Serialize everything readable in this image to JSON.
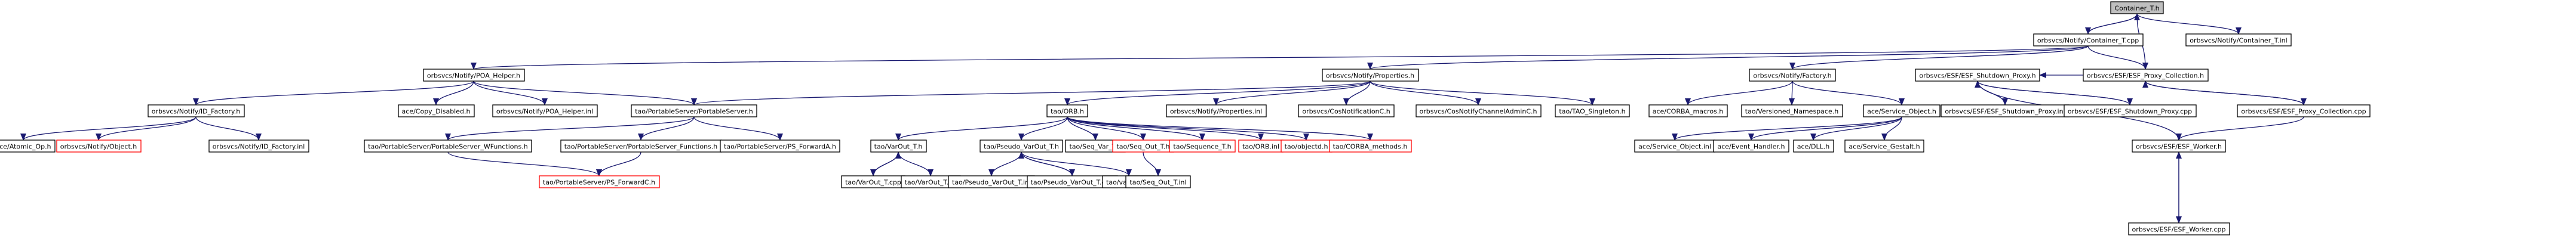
{
  "graph": {
    "nodes": [
      {
        "id": "container_t_h",
        "label": "Container_T.h",
        "style": "root"
      },
      {
        "id": "container_t_cpp",
        "label": "orbsvcs/Notify/Container_T.cpp",
        "style": "normal"
      },
      {
        "id": "container_t_inl",
        "label": "orbsvcs/Notify/Container_T.inl",
        "style": "normal"
      },
      {
        "id": "poa_helper_h",
        "label": "orbsvcs/Notify/POA_Helper.h",
        "style": "normal"
      },
      {
        "id": "properties_h",
        "label": "orbsvcs/Notify/Properties.h",
        "style": "normal"
      },
      {
        "id": "factory_h",
        "label": "orbsvcs/Notify/Factory.h",
        "style": "normal"
      },
      {
        "id": "shutdown_proxy_h",
        "label": "orbsvcs/ESF/ESF_Shutdown_Proxy.h",
        "style": "normal"
      },
      {
        "id": "proxy_collection_h",
        "label": "orbsvcs/ESF/ESF_Proxy_Collection.h",
        "style": "normal"
      },
      {
        "id": "id_factory_h",
        "label": "orbsvcs/Notify/ID_Factory.h",
        "style": "normal"
      },
      {
        "id": "copy_disabled_h",
        "label": "ace/Copy_Disabled.h",
        "style": "normal"
      },
      {
        "id": "poa_helper_inl",
        "label": "orbsvcs/Notify/POA_Helper.inl",
        "style": "normal"
      },
      {
        "id": "portable_server_h",
        "label": "tao/PortableServer/PortableServer.h",
        "style": "normal"
      },
      {
        "id": "orb_h",
        "label": "tao/ORB.h",
        "style": "normal"
      },
      {
        "id": "properties_inl",
        "label": "orbsvcs/Notify/Properties.inl",
        "style": "normal"
      },
      {
        "id": "cos_notification_h",
        "label": "orbsvcs/CosNotificationC.h",
        "style": "normal"
      },
      {
        "id": "cos_notify_channel_admin_h",
        "label": "orbsvcs/CosNotifyChannelAdminC.h",
        "style": "normal"
      },
      {
        "id": "tao_singleton_h",
        "label": "tao/TAO_Singleton.h",
        "style": "normal"
      },
      {
        "id": "corba_macros_h",
        "label": "ace/CORBA_macros.h",
        "style": "normal"
      },
      {
        "id": "versioned_namespace_h",
        "label": "tao/Versioned_Namespace.h",
        "style": "normal"
      },
      {
        "id": "service_object_h",
        "label": "ace/Service_Object.h",
        "style": "normal"
      },
      {
        "id": "shutdown_proxy_inl",
        "label": "orbsvcs/ESF/ESF_Shutdown_Proxy.inl",
        "style": "normal"
      },
      {
        "id": "shutdown_proxy_cpp",
        "label": "orbsvcs/ESF/ESF_Shutdown_Proxy.cpp",
        "style": "normal"
      },
      {
        "id": "proxy_collection_cpp",
        "label": "orbsvcs/ESF/ESF_Proxy_Collection.cpp",
        "style": "normal"
      },
      {
        "id": "atomic_op_h",
        "label": "ace/Atomic_Op.h",
        "style": "normal"
      },
      {
        "id": "notify_object_h",
        "label": "orbsvcs/Notify/Object.h",
        "style": "missing"
      },
      {
        "id": "id_factory_inl",
        "label": "orbsvcs/Notify/ID_Factory.inl",
        "style": "normal"
      },
      {
        "id": "ps_wfunctions_h",
        "label": "tao/PortableServer/PortableServer_WFunctions.h",
        "style": "normal"
      },
      {
        "id": "ps_functions_h",
        "label": "tao/PortableServer/PortableServer_Functions.h",
        "style": "normal"
      },
      {
        "id": "ps_forwarda_h",
        "label": "tao/PortableServer/PS_ForwardA.h",
        "style": "normal"
      },
      {
        "id": "varout_t_h",
        "label": "tao/VarOut_T.h",
        "style": "normal"
      },
      {
        "id": "pseudo_varout_t_h",
        "label": "tao/Pseudo_VarOut_T.h",
        "style": "normal"
      },
      {
        "id": "seq_var_t_h",
        "label": "tao/Seq_Var_T.h",
        "style": "normal"
      },
      {
        "id": "seq_out_t_h",
        "label": "tao/Seq_Out_T.h",
        "style": "missing"
      },
      {
        "id": "sequence_t_h",
        "label": "tao/Sequence_T.h",
        "style": "missing"
      },
      {
        "id": "orb_inl",
        "label": "tao/ORB.inl",
        "style": "missing"
      },
      {
        "id": "objectd_h",
        "label": "tao/objectd.h",
        "style": "missing"
      },
      {
        "id": "corba_methods_h",
        "label": "tao/CORBA_methods.h",
        "style": "missing"
      },
      {
        "id": "service_object_inl",
        "label": "ace/Service_Object.inl",
        "style": "normal"
      },
      {
        "id": "event_handler_h",
        "label": "ace/Event_Handler.h",
        "style": "normal"
      },
      {
        "id": "dll_h",
        "label": "ace/DLL.h",
        "style": "normal"
      },
      {
        "id": "service_gestalt_h",
        "label": "ace/Service_Gestalt.h",
        "style": "normal"
      },
      {
        "id": "worker_h",
        "label": "orbsvcs/ESF/ESF_Worker.h",
        "style": "normal"
      },
      {
        "id": "ps_forwardc_h",
        "label": "tao/PortableServer/PS_ForwardC.h",
        "style": "missing"
      },
      {
        "id": "varout_t_cpp",
        "label": "tao/VarOut_T.cpp",
        "style": "normal"
      },
      {
        "id": "varout_t_inl",
        "label": "tao/VarOut_T.inl",
        "style": "normal"
      },
      {
        "id": "pseudo_varout_t_inl",
        "label": "tao/Pseudo_VarOut_T.inl",
        "style": "normal"
      },
      {
        "id": "pseudo_varout_t_cpp",
        "label": "tao/Pseudo_VarOut_T.cpp",
        "style": "normal"
      },
      {
        "id": "varbase_h",
        "label": "tao/varbase.h",
        "style": "normal"
      },
      {
        "id": "seq_out_t_inl",
        "label": "tao/Seq_Out_T.inl",
        "style": "normal"
      },
      {
        "id": "worker_cpp",
        "label": "orbsvcs/ESF/ESF_Worker.cpp",
        "style": "normal"
      }
    ],
    "edges": [
      [
        "container_t_h",
        "container_t_cpp"
      ],
      [
        "container_t_h",
        "container_t_inl"
      ],
      [
        "container_t_h",
        "proxy_collection_h"
      ],
      [
        "container_t_cpp",
        "container_t_h"
      ],
      [
        "container_t_cpp",
        "poa_helper_h"
      ],
      [
        "container_t_cpp",
        "properties_h"
      ],
      [
        "container_t_cpp",
        "factory_h"
      ],
      [
        "container_t_cpp",
        "proxy_collection_h"
      ],
      [
        "poa_helper_h",
        "id_factory_h"
      ],
      [
        "poa_helper_h",
        "copy_disabled_h"
      ],
      [
        "poa_helper_h",
        "poa_helper_inl"
      ],
      [
        "poa_helper_h",
        "portable_server_h"
      ],
      [
        "properties_h",
        "portable_server_h"
      ],
      [
        "properties_h",
        "orb_h"
      ],
      [
        "properties_h",
        "properties_inl"
      ],
      [
        "properties_h",
        "cos_notification_h"
      ],
      [
        "properties_h",
        "cos_notify_channel_admin_h"
      ],
      [
        "properties_h",
        "tao_singleton_h"
      ],
      [
        "factory_h",
        "corba_macros_h"
      ],
      [
        "factory_h",
        "versioned_namespace_h"
      ],
      [
        "factory_h",
        "service_object_h"
      ],
      [
        "proxy_collection_h",
        "shutdown_proxy_h"
      ],
      [
        "proxy_collection_h",
        "proxy_collection_cpp"
      ],
      [
        "shutdown_proxy_h",
        "shutdown_proxy_inl"
      ],
      [
        "shutdown_proxy_h",
        "shutdown_proxy_cpp"
      ],
      [
        "shutdown_proxy_h",
        "worker_h"
      ],
      [
        "shutdown_proxy_cpp",
        "shutdown_proxy_h"
      ],
      [
        "proxy_collection_cpp",
        "proxy_collection_h"
      ],
      [
        "proxy_collection_cpp",
        "worker_h"
      ],
      [
        "id_factory_h",
        "atomic_op_h"
      ],
      [
        "id_factory_h",
        "notify_object_h"
      ],
      [
        "id_factory_h",
        "id_factory_inl"
      ],
      [
        "portable_server_h",
        "ps_wfunctions_h"
      ],
      [
        "portable_server_h",
        "ps_functions_h"
      ],
      [
        "portable_server_h",
        "ps_forwarda_h"
      ],
      [
        "ps_wfunctions_h",
        "ps_forwardc_h"
      ],
      [
        "ps_functions_h",
        "ps_forwardc_h"
      ],
      [
        "orb_h",
        "varout_t_h"
      ],
      [
        "orb_h",
        "pseudo_varout_t_h"
      ],
      [
        "orb_h",
        "seq_var_t_h"
      ],
      [
        "orb_h",
        "seq_out_t_h"
      ],
      [
        "orb_h",
        "sequence_t_h"
      ],
      [
        "orb_h",
        "orb_inl"
      ],
      [
        "orb_h",
        "objectd_h"
      ],
      [
        "orb_h",
        "corba_methods_h"
      ],
      [
        "varout_t_h",
        "varout_t_cpp"
      ],
      [
        "varout_t_h",
        "varout_t_inl"
      ],
      [
        "varout_t_cpp",
        "varout_t_h"
      ],
      [
        "pseudo_varout_t_h",
        "pseudo_varout_t_inl"
      ],
      [
        "pseudo_varout_t_h",
        "pseudo_varout_t_cpp"
      ],
      [
        "pseudo_varout_t_h",
        "varbase_h"
      ],
      [
        "pseudo_varout_t_cpp",
        "pseudo_varout_t_h"
      ],
      [
        "seq_out_t_h",
        "seq_out_t_inl"
      ],
      [
        "service_object_h",
        "service_object_inl"
      ],
      [
        "service_object_h",
        "event_handler_h"
      ],
      [
        "service_object_h",
        "dll_h"
      ],
      [
        "service_object_h",
        "service_gestalt_h"
      ],
      [
        "worker_h",
        "worker_cpp"
      ],
      [
        "worker_cpp",
        "worker_h"
      ]
    ]
  }
}
